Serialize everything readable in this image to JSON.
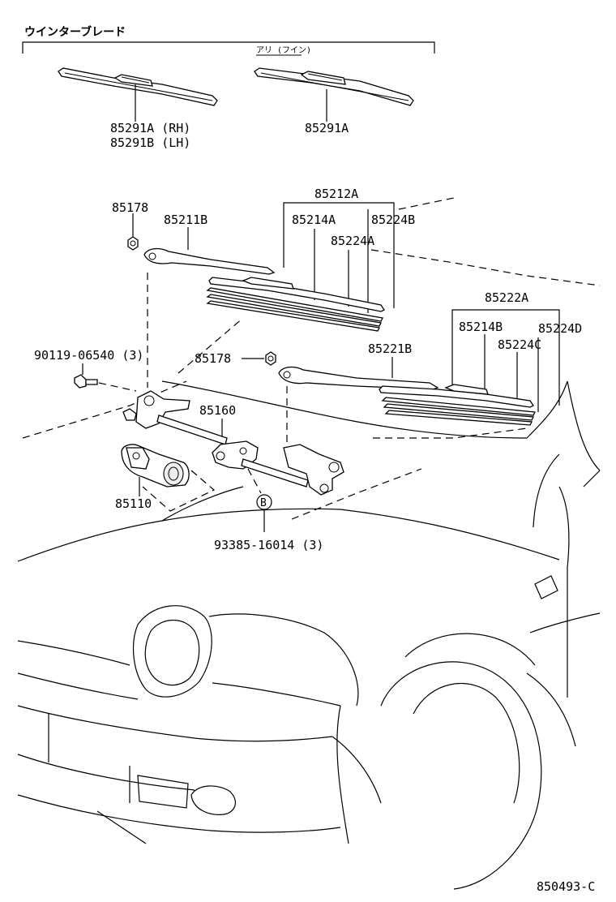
{
  "header": {
    "title": "ウインターブレード",
    "subtitle": "アリ (フイン)"
  },
  "labels": {
    "p85291A_RH": "85291A (RH)",
    "p85291B_LH": "85291B (LH)",
    "p85291A": "85291A",
    "p85212A": "85212A",
    "p85178_top": "85178",
    "p85211B": "85211B",
    "p85214A": "85214A",
    "p85224B": "85224B",
    "p85224A": "85224A",
    "p85222A": "85222A",
    "p85214B": "85214B",
    "p85224D": "85224D",
    "p85224C": "85224C",
    "p90119": "90119-06540 (3)",
    "p85178_mid": "85178",
    "p85221B": "85221B",
    "p85160": "85160",
    "p85110": "85110",
    "callout_B": "B",
    "p93385": "93385-16014 (3)"
  },
  "footer": {
    "figure_code": "850493-C"
  }
}
